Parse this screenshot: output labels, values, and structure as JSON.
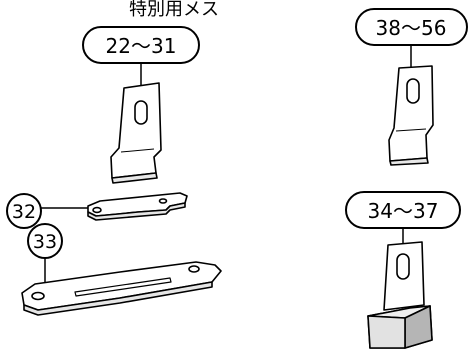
{
  "header": {
    "title": "特別用メス"
  },
  "labels": {
    "range_22_31": "22〜31",
    "range_38_56": "38〜56",
    "range_34_37": "34〜37",
    "part_32": "32",
    "part_33": "33"
  }
}
